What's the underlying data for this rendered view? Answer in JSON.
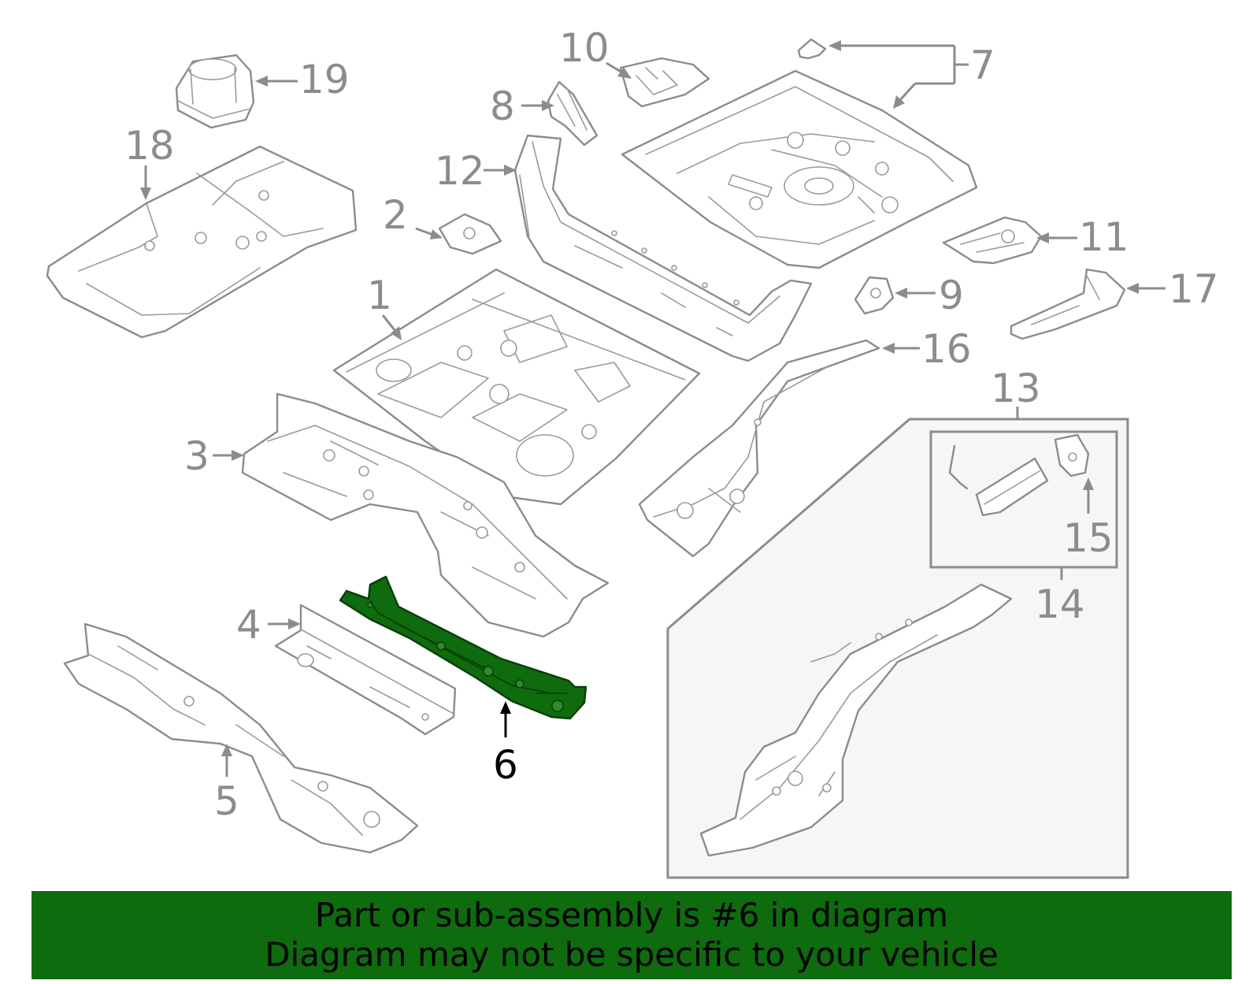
{
  "diagram": {
    "highlight_color": "#0e6b0e",
    "highlighted_callout": "6",
    "callouts": [
      "1",
      "2",
      "3",
      "4",
      "5",
      "6",
      "7",
      "8",
      "9",
      "10",
      "11",
      "12",
      "13",
      "14",
      "15",
      "16",
      "17",
      "18",
      "19"
    ]
  },
  "banner": {
    "line1": "Part or sub-assembly is #6 in diagram",
    "line2": "Diagram may not be specific to your vehicle",
    "color": "#0e6b0e"
  }
}
